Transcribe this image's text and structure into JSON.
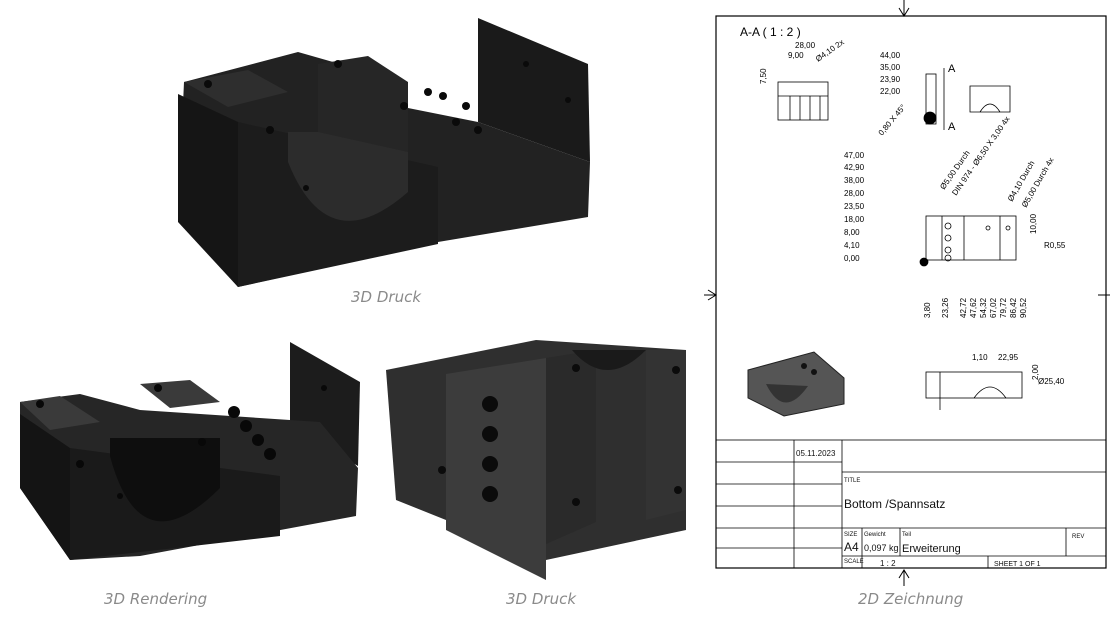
{
  "captions": {
    "print_top": "3D Druck",
    "rendering": "3D Rendering",
    "print_bottom": "3D Druck",
    "drawing": "2D Zeichnung"
  },
  "drawing": {
    "section_label": "A-A ( 1 : 2 )",
    "section_marker": "A",
    "title_block": {
      "date": "05.11.2023",
      "title_label": "TITLE",
      "title": "Bottom /Spannsatz",
      "size_label": "SIZE",
      "size": "A4",
      "weight_label": "Gewicht",
      "weight": "0,097 kg",
      "part_label": "Teil",
      "part": "Erweiterung",
      "rev_label": "REV",
      "scale_label": "SCALE",
      "scale": "1 : 2",
      "sheet": "SHEET 1  OF 1"
    },
    "detail_dims": [
      "28,00",
      "9,00",
      "7,50",
      "Ø4,10 2x"
    ],
    "side_dims": [
      "44,00",
      "35,00",
      "23,90",
      "22,00",
      "0,80 X 45°"
    ],
    "hole_notes": [
      "Ø5,00 Durch",
      "DIN 974 - Ø6,50 X 3,00 4x",
      "Ø4,10 Durch",
      "Ø5,00 Durch 4x"
    ],
    "left_dims": [
      "47,00",
      "42,90",
      "38,00",
      "28,00",
      "23,50",
      "18,00",
      "8,00",
      "4,10",
      "0,00"
    ],
    "right_dims": [
      "10,00",
      "R0,55"
    ],
    "bottom_dims": [
      "3,80",
      "23,26",
      "42,72",
      "47,62",
      "54,32",
      "67,02",
      "79,72",
      "86,42",
      "90,52"
    ],
    "lower_dims": [
      "1,10",
      "22,95",
      "2,00",
      "Ø25,40"
    ]
  }
}
